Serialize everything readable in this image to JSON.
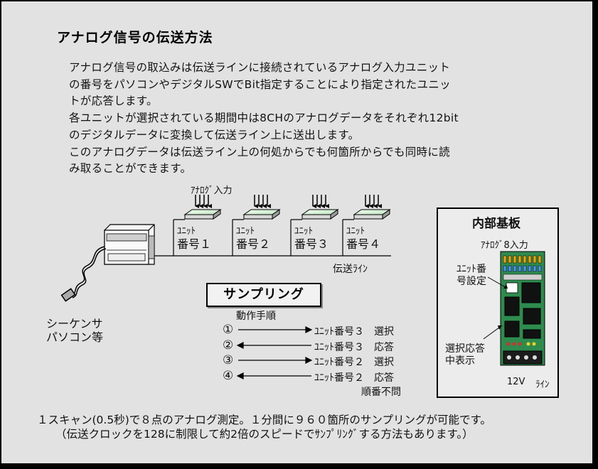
{
  "title": "アナログ信号の伝送方法",
  "intro_lines": [
    "アナログ信号の取込みは伝送ラインに接続されているアナログ入力ユニット",
    "の番号をパソコンやデジタルSWでBit指定することにより指定されたユニッ",
    "トが応答します。",
    "各ユニットが選択されている期間中は8CHのアナログデータをそれぞれ12bit",
    "のデジタルデータに変換して伝送ライン上に送出します。",
    "このアナログデータは伝送ライン上の何処からでも何箇所からでも同時に読",
    "み取ることができます。"
  ],
  "diagram": {
    "analog_input_label": "ｱﾅﾛｸﾞ入力",
    "units": [
      {
        "tag": "ﾕﾆｯﾄ",
        "number": "番号１"
      },
      {
        "tag": "ﾕﾆｯﾄ",
        "number": "番号２"
      },
      {
        "tag": "ﾕﾆｯﾄ",
        "number": "番号３"
      },
      {
        "tag": "ﾕﾆｯﾄ",
        "number": "番号４"
      }
    ],
    "line_label": "伝送ﾗｲﾝ",
    "pc_label_line1": "シーケンサ",
    "pc_label_line2": "パソコン等"
  },
  "sampling": {
    "title": "サンプリング",
    "subtitle": "動作手順",
    "steps": [
      {
        "marker": "①",
        "text": "ﾕﾆｯﾄ番号３　選択",
        "direction": "right"
      },
      {
        "marker": "②",
        "text": "ﾕﾆｯﾄ番号３　応答",
        "direction": "left"
      },
      {
        "marker": "③",
        "text": "ﾕﾆｯﾄ番号２　選択",
        "direction": "right"
      },
      {
        "marker": "④",
        "text": "ﾕﾆｯﾄ番号２　応答",
        "direction": "left"
      }
    ],
    "note": "順番不問"
  },
  "board": {
    "title": "内部基板",
    "input_label": "ｱﾅﾛｸﾞ8入力",
    "unit_number_label_line1": "ﾕﾆｯﾄ番",
    "unit_number_label_line2": "号設定",
    "status_label_line1": "選択応答",
    "status_label_line2": "中表示",
    "terminal_12v": "12V",
    "terminal_line": "ﾗｲﾝ",
    "board_color": "#2e8b4e"
  },
  "footer_lines": [
    "１スキャン(0.5秒)で８点のアナログ測定。１分間に９６０箇所のサンプリングが可能です。",
    "（伝送クロックを128に制限して約2倍のスピードでｻﾝﾌﾟﾘﾝｸﾞする方法もあります。）"
  ]
}
